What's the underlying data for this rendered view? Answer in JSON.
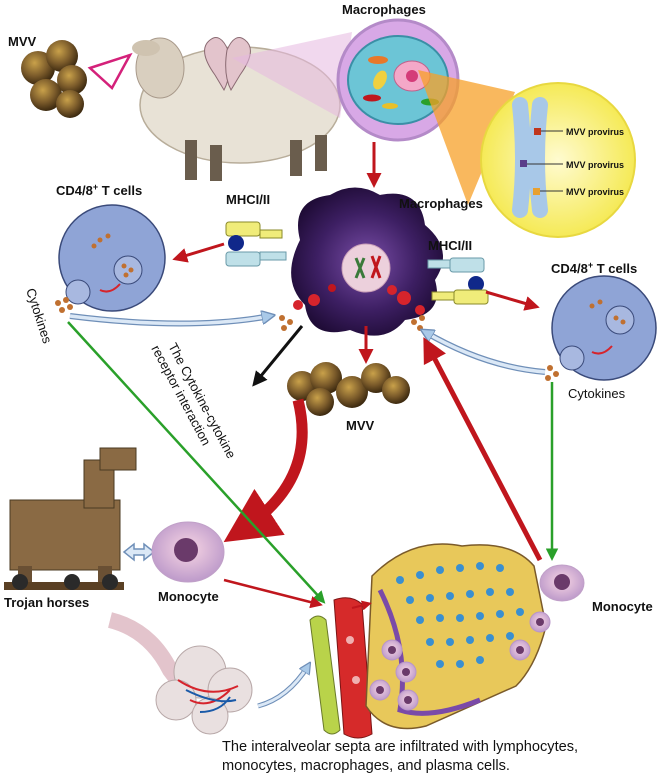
{
  "labels": {
    "mvv_top": "MVV",
    "macrophages_top": "Macrophages",
    "provirus_1": "MVV provirus",
    "provirus_2": "MVV provirus",
    "provirus_3": "MVV provirus",
    "cd48_left": "CD4/8",
    "cd48_left_sup": "+",
    "cd48_left_rest": " T cells",
    "mhc_left": "MHCI/II",
    "macrophages_mid": "Macrophages",
    "mhc_right": "MHCI/II",
    "cd48_right": "CD4/8",
    "cd48_right_sup": "+",
    "cd48_right_rest": " T cells",
    "cytokines_left": "Cytokines",
    "cytokines_right": "Cytokines",
    "interaction_line1": "The Cytokine-cytokine",
    "interaction_line2": "receptor interaction",
    "mvv_mid": "MVV",
    "monocyte_left": "Monocyte",
    "monocyte_right": "Monocyte",
    "trojan": "Trojan horses"
  },
  "caption": {
    "line1": "The interalveolar septa are infiltrated with lymphocytes,",
    "line2": "monocytes, macrophages, and plasma cells."
  },
  "colors": {
    "red_arrow": "#c0161d",
    "green_arrow": "#2aa02a",
    "blue_arrow": "#a9c9e8",
    "macrophage": "#3d1f63",
    "tcell": "#8fa4d6",
    "virus": "#7a5a2a",
    "lung_pink": "#e3c4cc"
  }
}
